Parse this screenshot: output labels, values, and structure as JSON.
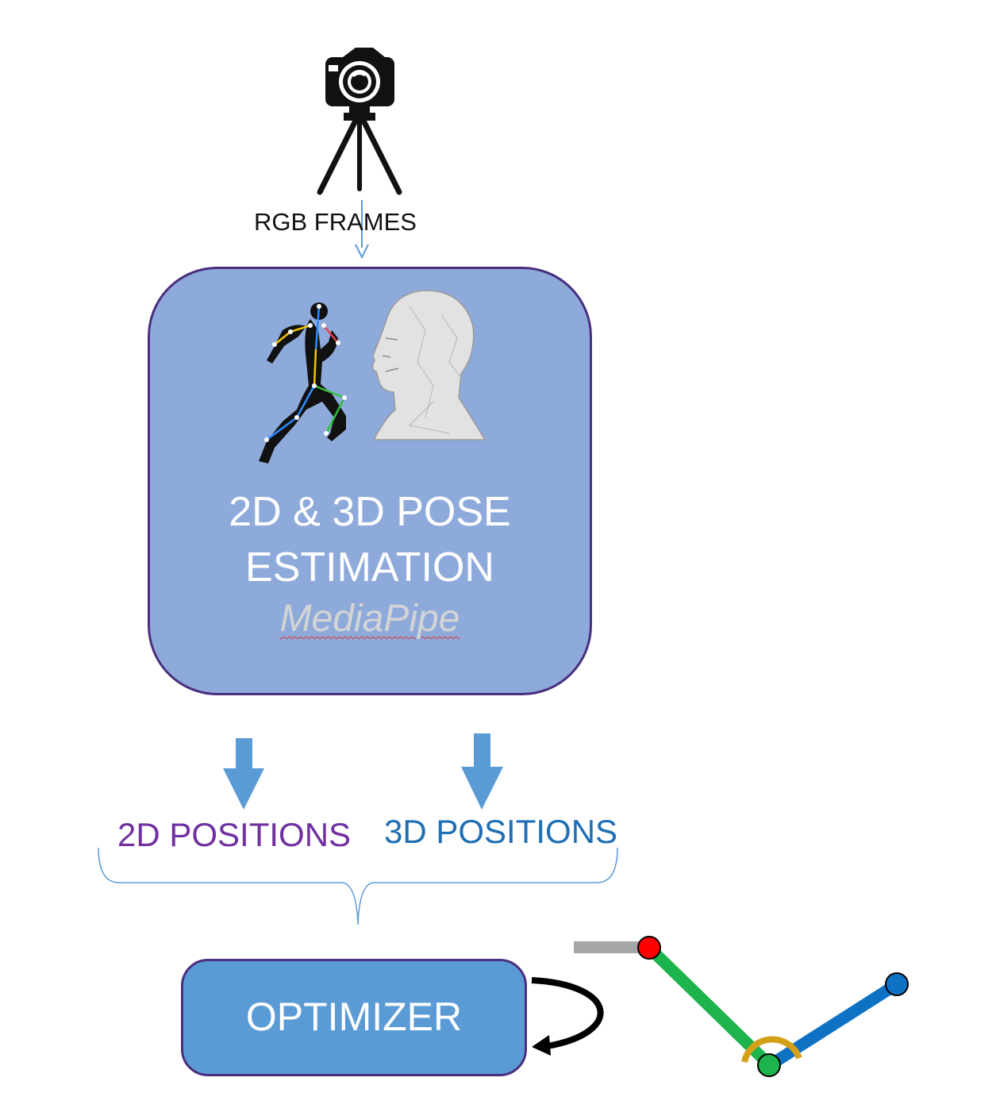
{
  "camera": {
    "icon": "camera-on-tripod-icon",
    "label": "RGB FRAMES"
  },
  "pose_block": {
    "line1": "2D & 3D POSE",
    "line2": "ESTIMATION",
    "subtitle": "MediaPipe",
    "icons": [
      "running-skeleton-icon",
      "mesh-head-icon"
    ]
  },
  "outputs": {
    "pos2d": "2D POSITIONS",
    "pos3d": "3D POSITIONS"
  },
  "optimizer": {
    "label": "OPTIMIZER"
  },
  "joint_figure": {
    "icon": "joint-angle-icon"
  },
  "colors": {
    "arrow": "#5b9bd5",
    "pose_fill": "#8eaadb",
    "box_border": "#4a2f7e",
    "optimizer_fill": "#5b9bd5",
    "pos2d_text": "#7030a0",
    "pos3d_text": "#1f6fb5",
    "segment_green": "#1db34d",
    "segment_blue": "#0e72c4",
    "joint_red": "#ff0000",
    "joint_green": "#1db34d",
    "joint_blue": "#0e72c4",
    "angle_arc": "#d4a017",
    "base_gray": "#a6a6a6"
  }
}
